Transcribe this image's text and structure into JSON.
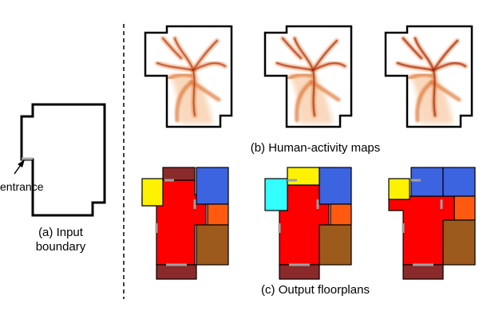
{
  "labels": {
    "entrance": "entrance",
    "input_caption_line1": "(a) Input",
    "input_caption_line2": "boundary",
    "activity_caption": "(b) Human-activity maps",
    "floorplan_caption": "(c) Output floorplans"
  },
  "colors": {
    "outline": "#000000",
    "divider": "#000000",
    "entrance_segment": "#aaaaaa",
    "heat_light": "#f6c49a",
    "heat_mid": "#e07a3a",
    "heat_dark": "#9b1b10",
    "room_living": "#ff0000",
    "room_bedroom": "#3c63e0",
    "room_bathroom": "#fff200",
    "room_kitchen": "#ff5a10",
    "room_storage": "#9c5a1c",
    "room_balcony": "#8b2a2a",
    "room_study": "#33ffff",
    "door": "#a0a0a0"
  },
  "panels": {
    "activity_maps": [
      {
        "id": "map-1"
      },
      {
        "id": "map-2"
      },
      {
        "id": "map-3"
      }
    ],
    "floorplans": [
      {
        "id": "plan-1"
      },
      {
        "id": "plan-2"
      },
      {
        "id": "plan-3"
      }
    ]
  }
}
